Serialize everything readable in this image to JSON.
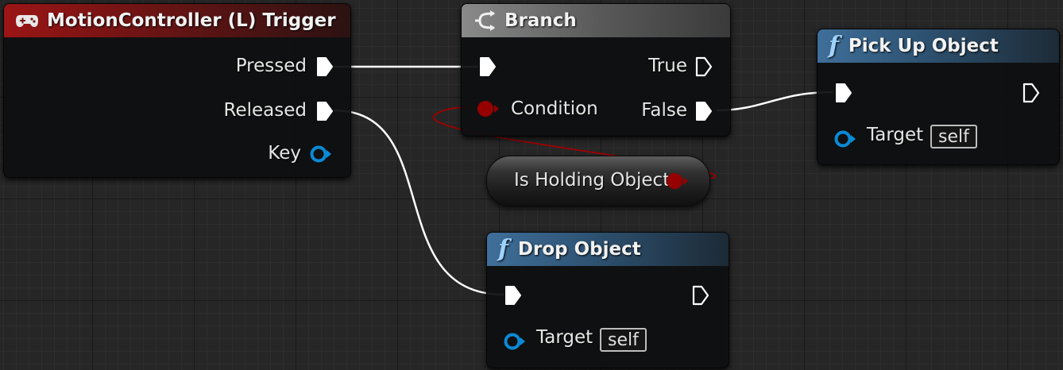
{
  "graph": {
    "event_node": {
      "title": "MotionController (L) Trigger",
      "icon": "gamepad-icon",
      "pins": {
        "pressed": "Pressed",
        "released": "Released",
        "key": "Key"
      }
    },
    "branch_node": {
      "title": "Branch",
      "icon": "branch-icon",
      "pins": {
        "exec_in": "",
        "condition": "Condition",
        "true": "True",
        "false": "False"
      }
    },
    "variable_node": {
      "label": "Is Holding Object"
    },
    "pickup_node": {
      "title": "Pick Up Object",
      "icon": "function-icon",
      "target_label": "Target",
      "target_value": "self"
    },
    "drop_node": {
      "title": "Drop Object",
      "icon": "function-icon",
      "target_label": "Target",
      "target_value": "self"
    }
  },
  "colors": {
    "exec_pin": "#ffffff",
    "bool_pin": "#950000",
    "object_pin": "#0a8ad6",
    "event_header": "#9b1515",
    "branch_header": "#7a7a7a",
    "function_header": "#3f6f9a"
  }
}
